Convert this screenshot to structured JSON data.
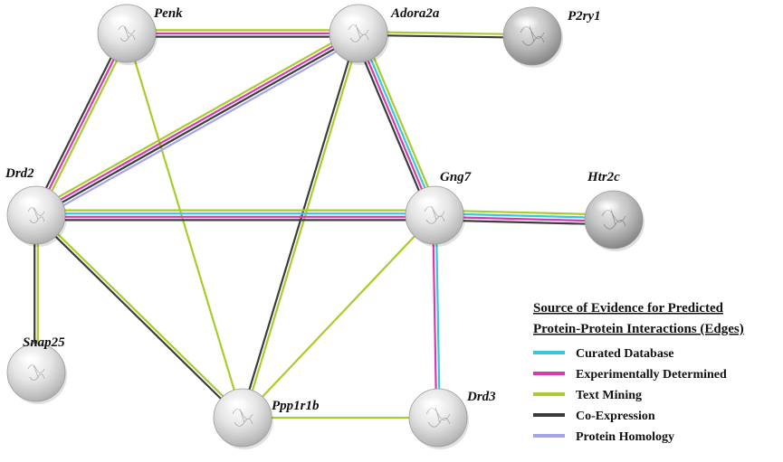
{
  "colors": {
    "curated": "#36c8dc",
    "experimental": "#d838b0",
    "textmining": "#a8cc2c",
    "coexpression": "#3c3c3c",
    "homology": "#a4a4ec"
  },
  "nodes": [
    {
      "id": "Penk",
      "label": "Penk",
      "style": "light"
    },
    {
      "id": "Adora2a",
      "label": "Adora2a",
      "style": "light"
    },
    {
      "id": "P2ry1",
      "label": "P2ry1",
      "style": "dark"
    },
    {
      "id": "Drd2",
      "label": "Drd2",
      "style": "light"
    },
    {
      "id": "Gng7",
      "label": "Gng7",
      "style": "light"
    },
    {
      "id": "Htr2c",
      "label": "Htr2c",
      "style": "dark"
    },
    {
      "id": "Snap25",
      "label": "Snap25",
      "style": "light"
    },
    {
      "id": "Ppp1r1b",
      "label": "Ppp1r1b",
      "style": "light"
    },
    {
      "id": "Drd3",
      "label": "Drd3",
      "style": "light"
    }
  ],
  "edges": [
    {
      "from": "Penk",
      "to": "Adora2a",
      "evidence": [
        "textmining",
        "experimental",
        "coexpression"
      ]
    },
    {
      "from": "Adora2a",
      "to": "P2ry1",
      "evidence": [
        "textmining",
        "coexpression"
      ]
    },
    {
      "from": "Penk",
      "to": "Drd2",
      "evidence": [
        "textmining",
        "experimental",
        "coexpression"
      ]
    },
    {
      "from": "Penk",
      "to": "Ppp1r1b",
      "evidence": [
        "textmining"
      ]
    },
    {
      "from": "Drd2",
      "to": "Adora2a",
      "evidence": [
        "textmining",
        "experimental",
        "coexpression",
        "homology"
      ]
    },
    {
      "from": "Adora2a",
      "to": "Gng7",
      "evidence": [
        "textmining",
        "curated",
        "experimental",
        "coexpression"
      ]
    },
    {
      "from": "Adora2a",
      "to": "Ppp1r1b",
      "evidence": [
        "textmining",
        "coexpression"
      ]
    },
    {
      "from": "Drd2",
      "to": "Gng7",
      "evidence": [
        "textmining",
        "curated",
        "experimental",
        "coexpression"
      ]
    },
    {
      "from": "Gng7",
      "to": "Htr2c",
      "evidence": [
        "textmining",
        "curated",
        "experimental",
        "coexpression"
      ]
    },
    {
      "from": "Drd2",
      "to": "Snap25",
      "evidence": [
        "textmining",
        "coexpression"
      ]
    },
    {
      "from": "Drd2",
      "to": "Ppp1r1b",
      "evidence": [
        "textmining",
        "coexpression"
      ]
    },
    {
      "from": "Gng7",
      "to": "Ppp1r1b",
      "evidence": [
        "textmining"
      ]
    },
    {
      "from": "Gng7",
      "to": "Drd3",
      "evidence": [
        "curated",
        "experimental"
      ]
    },
    {
      "from": "Ppp1r1b",
      "to": "Drd3",
      "evidence": [
        "textmining"
      ]
    }
  ],
  "legend": {
    "title_line1": "Source of Evidence for Predicted",
    "title_line2": "Protein-Protein Interactions (Edges)",
    "items": [
      {
        "key": "curated",
        "label": "Curated Database"
      },
      {
        "key": "experimental",
        "label": "Experimentally Determined"
      },
      {
        "key": "textmining",
        "label": "Text Mining"
      },
      {
        "key": "coexpression",
        "label": "Co-Expression"
      },
      {
        "key": "homology",
        "label": "Protein Homology"
      }
    ]
  }
}
